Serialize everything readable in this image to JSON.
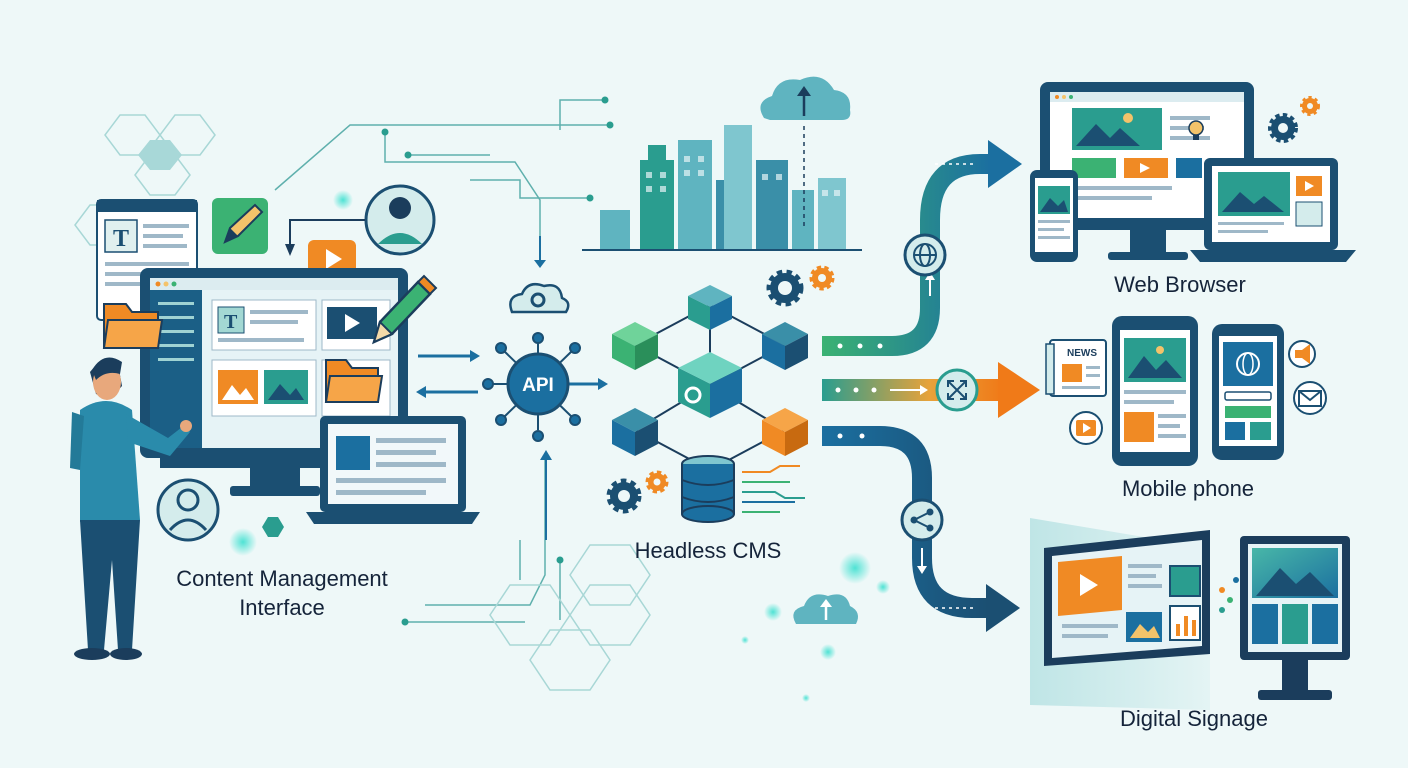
{
  "labels": {
    "cms_interface_line1": "Content Management",
    "cms_interface_line2": "Interface",
    "headless_cms": "Headless CMS",
    "web_browser": "Web Browser",
    "mobile_phone": "Mobile phone",
    "digital_signage": "Digital Signage",
    "api": "API",
    "news": "NEWS"
  },
  "colors": {
    "navy": "#1b4f72",
    "teal": "#2a9d8f",
    "green": "#3bb273",
    "orange": "#f08a24",
    "background": "#eef8f8"
  },
  "icons": [
    "user-icon",
    "pencil-icon",
    "folder-icon",
    "video-icon",
    "gear-icon",
    "cloud-icon",
    "globe-icon",
    "share-icon",
    "expand-icon",
    "database-icon",
    "mail-icon",
    "megaphone-icon",
    "lightbulb-icon"
  ]
}
